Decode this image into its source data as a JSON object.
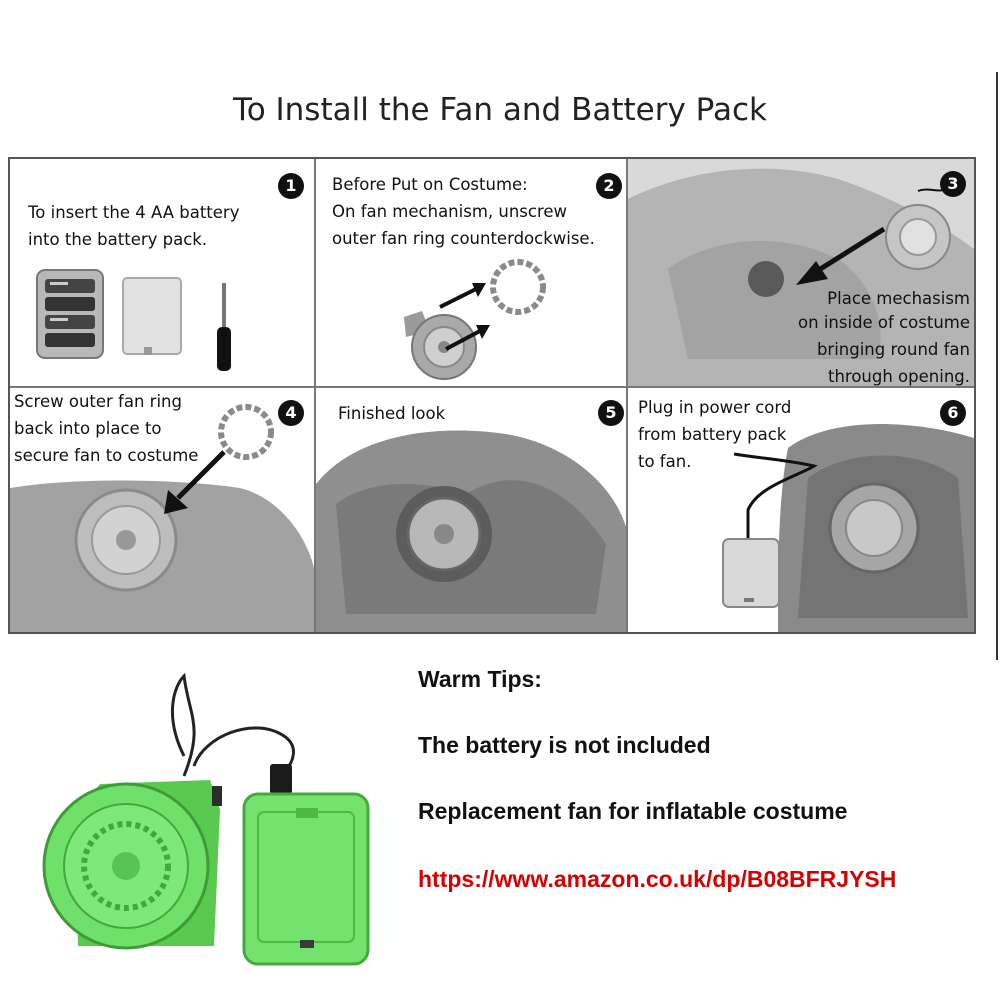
{
  "title": "To Install the Fan and Battery Pack",
  "steps": [
    {
      "number": "1",
      "text": [
        "To insert the 4 AA battery",
        "into the battery pack."
      ]
    },
    {
      "number": "2",
      "text": [
        "Before Put on Costume:",
        "On fan mechanism, unscrew",
        "outer fan ring counterdockwise."
      ]
    },
    {
      "number": "3",
      "text": [
        "Place mechasism",
        "on inside of costume",
        "bringing round fan",
        "through opening."
      ]
    },
    {
      "number": "4",
      "text": [
        "Screw outer fan ring",
        "back into place to",
        "secure fan to costume"
      ]
    },
    {
      "number": "5",
      "text": [
        "Finished look"
      ]
    },
    {
      "number": "6",
      "text": [
        "Plug in power cord",
        "from battery pack",
        "to fan."
      ]
    }
  ],
  "tips": {
    "heading": "Warm Tips:",
    "line1": "The battery is not included",
    "line2": "Replacement fan for inflatable costume",
    "link": "https://www.amazon.co.uk/dp/B08BFRJYSH"
  },
  "colors": {
    "product_green": "#6fe06a",
    "link_red": "#d60000",
    "costume_gray": "#9a9a9a"
  },
  "icons": [
    "fan-icon",
    "battery-pack-icon",
    "screwdriver-icon",
    "fan-ring-icon",
    "arrow-icon",
    "power-cord-icon"
  ]
}
